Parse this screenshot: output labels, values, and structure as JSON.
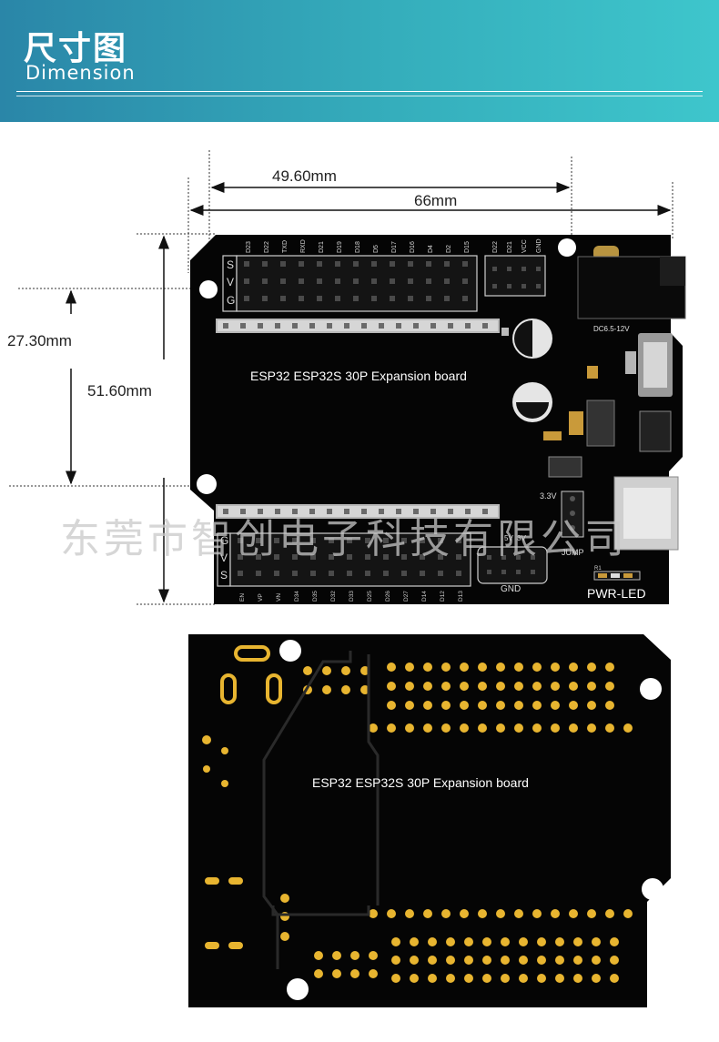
{
  "header": {
    "title_cn": "尺寸图",
    "title_en": "Dimension",
    "gradient_start": "#2a86a8",
    "gradient_end": "#3ec6cc"
  },
  "dimensions": {
    "width_inner": "49.60mm",
    "width_outer": "66mm",
    "height_inner": "27.30mm",
    "height_outer": "51.60mm"
  },
  "board_front": {
    "header_top_labels": [
      "D23",
      "D22",
      "TXD",
      "RXD",
      "D21",
      "D19",
      "D18",
      "D5",
      "D17",
      "D16",
      "D4",
      "D2",
      "D15"
    ],
    "side_top_labels": [
      "D22",
      "D21",
      "VCC",
      "GND"
    ],
    "row_letters_top": [
      "S",
      "V",
      "G"
    ],
    "row_letters_bottom": [
      "G",
      "V",
      "S"
    ],
    "header_bottom_labels": [
      "EN",
      "VP",
      "VN",
      "D34",
      "D35",
      "D32",
      "D33",
      "D25",
      "D26",
      "D27",
      "D14",
      "D12",
      "D13"
    ],
    "board_title": "ESP32 ESP32S  30P Expansion board",
    "dc_label": "DC6.5-12V",
    "v33_label": "3.3V",
    "v5_label": "5V",
    "v3_label": "3V",
    "jump_label": "JUMP",
    "gnd_label": "GND",
    "r1_label": "R1",
    "pwr_led_label": "PWR-LED"
  },
  "board_back": {
    "board_title": "ESP32 ESP32S 30P Expansion board"
  },
  "watermark": "东莞市智创电子科技有限公司"
}
